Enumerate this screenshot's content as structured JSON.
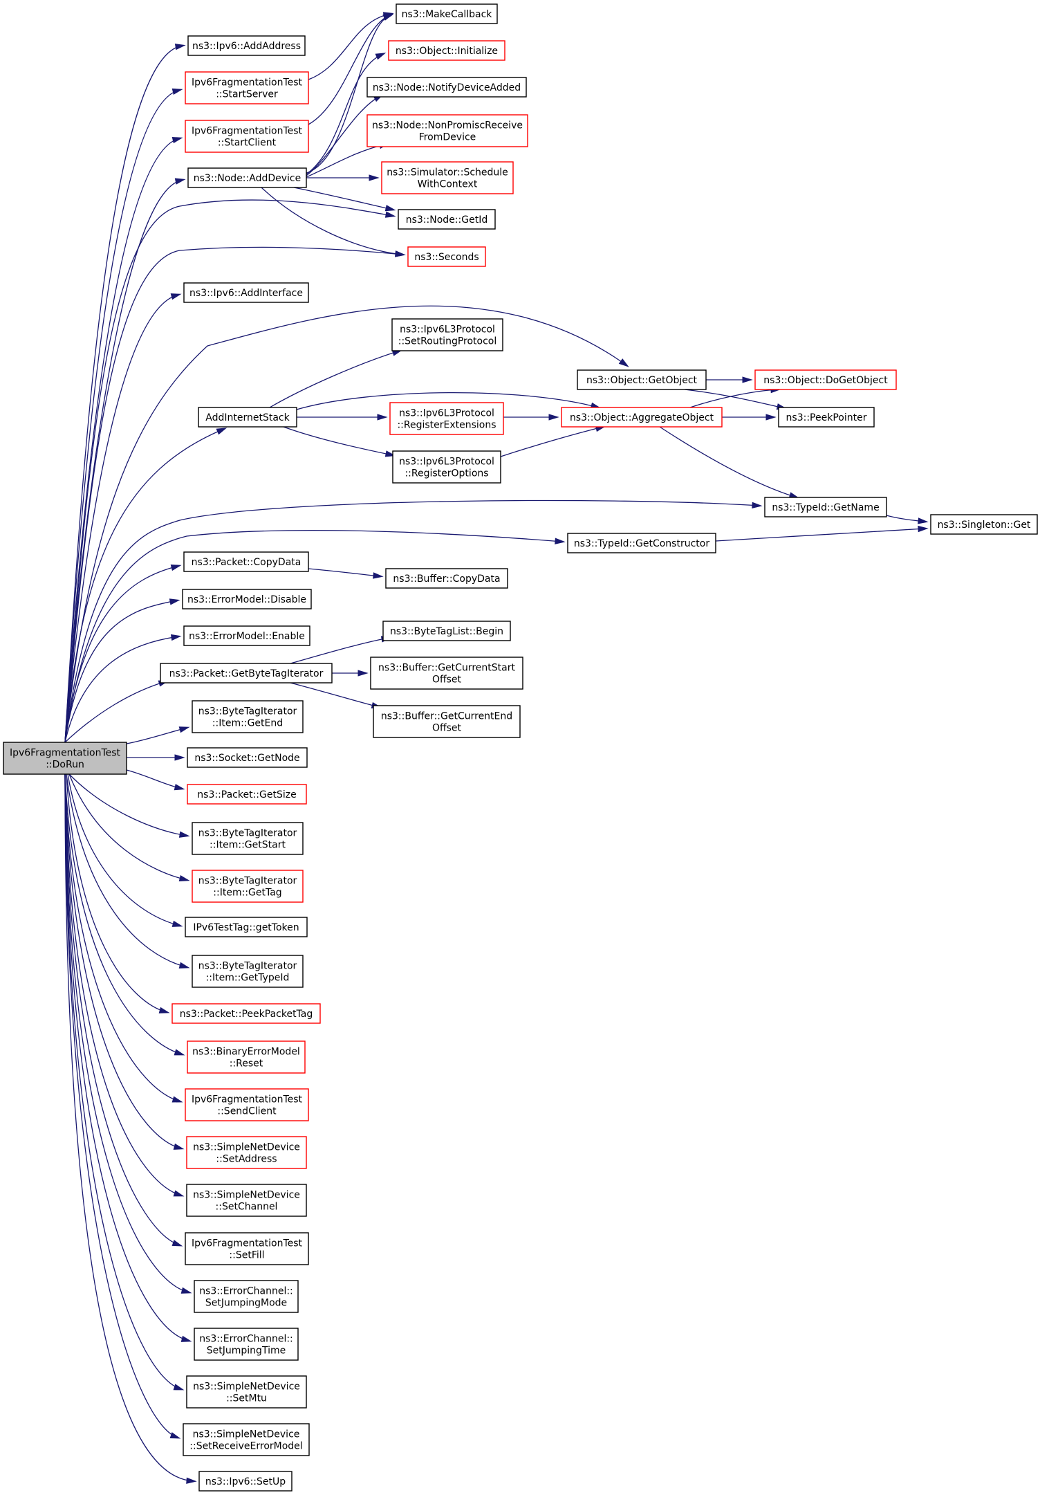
{
  "colors": {
    "edge": "#191970",
    "border_normal": "#000000",
    "border_linked": "#ff0000",
    "root_fill": "#bfbfbf",
    "node_fill": "#ffffff"
  },
  "nodes": [
    {
      "id": "root",
      "lines": [
        "Ipv6FragmentationTest",
        "::DoRun"
      ],
      "style": "root"
    },
    {
      "id": "makecallback",
      "lines": [
        "ns3::MakeCallback"
      ],
      "style": "normal"
    },
    {
      "id": "addaddress",
      "lines": [
        "ns3::Ipv6::AddAddress"
      ],
      "style": "normal"
    },
    {
      "id": "initialize",
      "lines": [
        "ns3::Object::Initialize"
      ],
      "style": "red"
    },
    {
      "id": "startserver",
      "lines": [
        "Ipv6FragmentationTest",
        "::StartServer"
      ],
      "style": "red"
    },
    {
      "id": "notifydeviceadded",
      "lines": [
        "ns3::Node::NotifyDeviceAdded"
      ],
      "style": "normal"
    },
    {
      "id": "nonpromisc",
      "lines": [
        "ns3::Node::NonPromiscReceive",
        "FromDevice"
      ],
      "style": "red"
    },
    {
      "id": "startclient",
      "lines": [
        "Ipv6FragmentationTest",
        "::StartClient"
      ],
      "style": "red"
    },
    {
      "id": "adddevice",
      "lines": [
        "ns3::Node::AddDevice"
      ],
      "style": "normal"
    },
    {
      "id": "schedulewithcontext",
      "lines": [
        "ns3::Simulator::Schedule",
        "WithContext"
      ],
      "style": "red"
    },
    {
      "id": "getid",
      "lines": [
        "ns3::Node::GetId"
      ],
      "style": "normal"
    },
    {
      "id": "seconds",
      "lines": [
        "ns3::Seconds"
      ],
      "style": "red"
    },
    {
      "id": "addinterface",
      "lines": [
        "ns3::Ipv6::AddInterface"
      ],
      "style": "normal"
    },
    {
      "id": "setroutingprotocol",
      "lines": [
        "ns3::Ipv6L3Protocol",
        "::SetRoutingProtocol"
      ],
      "style": "normal"
    },
    {
      "id": "getobject",
      "lines": [
        "ns3::Object::GetObject"
      ],
      "style": "normal"
    },
    {
      "id": "dogetobject",
      "lines": [
        "ns3::Object::DoGetObject"
      ],
      "style": "red"
    },
    {
      "id": "addinternetstack",
      "lines": [
        "AddInternetStack"
      ],
      "style": "normal"
    },
    {
      "id": "registerextensions",
      "lines": [
        "ns3::Ipv6L3Protocol",
        "::RegisterExtensions"
      ],
      "style": "red"
    },
    {
      "id": "aggregateobject",
      "lines": [
        "ns3::Object::AggregateObject"
      ],
      "style": "red"
    },
    {
      "id": "peekpointer",
      "lines": [
        "ns3::PeekPointer"
      ],
      "style": "normal"
    },
    {
      "id": "registeroptions",
      "lines": [
        "ns3::Ipv6L3Protocol",
        "::RegisterOptions"
      ],
      "style": "normal"
    },
    {
      "id": "typeidgetname",
      "lines": [
        "ns3::TypeId::GetName"
      ],
      "style": "normal"
    },
    {
      "id": "singletonget",
      "lines": [
        "ns3::Singleton::Get"
      ],
      "style": "normal"
    },
    {
      "id": "getconstructor",
      "lines": [
        "ns3::TypeId::GetConstructor"
      ],
      "style": "normal"
    },
    {
      "id": "packetcopydata",
      "lines": [
        "ns3::Packet::CopyData"
      ],
      "style": "normal"
    },
    {
      "id": "buffercopydata",
      "lines": [
        "ns3::Buffer::CopyData"
      ],
      "style": "normal"
    },
    {
      "id": "errormodeldisable",
      "lines": [
        "ns3::ErrorModel::Disable"
      ],
      "style": "normal"
    },
    {
      "id": "errormodelenable",
      "lines": [
        "ns3::ErrorModel::Enable"
      ],
      "style": "normal"
    },
    {
      "id": "bytetaglistbegin",
      "lines": [
        "ns3::ByteTagList::Begin"
      ],
      "style": "normal"
    },
    {
      "id": "getbytetagiterator",
      "lines": [
        "ns3::Packet::GetByteTagIterator"
      ],
      "style": "normal"
    },
    {
      "id": "getcurrentstart",
      "lines": [
        "ns3::Buffer::GetCurrentStart",
        "Offset"
      ],
      "style": "normal"
    },
    {
      "id": "getcurrentend",
      "lines": [
        "ns3::Buffer::GetCurrentEnd",
        "Offset"
      ],
      "style": "normal"
    },
    {
      "id": "itemgetend",
      "lines": [
        "ns3::ByteTagIterator",
        "::Item::GetEnd"
      ],
      "style": "normal"
    },
    {
      "id": "socketgetnode",
      "lines": [
        "ns3::Socket::GetNode"
      ],
      "style": "normal"
    },
    {
      "id": "packetgetsize",
      "lines": [
        "ns3::Packet::GetSize"
      ],
      "style": "red"
    },
    {
      "id": "itemgetstart",
      "lines": [
        "ns3::ByteTagIterator",
        "::Item::GetStart"
      ],
      "style": "normal"
    },
    {
      "id": "itemgettag",
      "lines": [
        "ns3::ByteTagIterator",
        "::Item::GetTag"
      ],
      "style": "red"
    },
    {
      "id": "gettoken",
      "lines": [
        "IPv6TestTag::getToken"
      ],
      "style": "normal"
    },
    {
      "id": "itemgettypeid",
      "lines": [
        "ns3::ByteTagIterator",
        "::Item::GetTypeId"
      ],
      "style": "normal"
    },
    {
      "id": "peekpackettag",
      "lines": [
        "ns3::Packet::PeekPacketTag"
      ],
      "style": "red"
    },
    {
      "id": "binaryerrorreset",
      "lines": [
        "ns3::BinaryErrorModel",
        "::Reset"
      ],
      "style": "red"
    },
    {
      "id": "sendclient",
      "lines": [
        "Ipv6FragmentationTest",
        "::SendClient"
      ],
      "style": "red"
    },
    {
      "id": "setaddress",
      "lines": [
        "ns3::SimpleNetDevice",
        "::SetAddress"
      ],
      "style": "red"
    },
    {
      "id": "setchannel",
      "lines": [
        "ns3::SimpleNetDevice",
        "::SetChannel"
      ],
      "style": "normal"
    },
    {
      "id": "setfill",
      "lines": [
        "Ipv6FragmentationTest",
        "::SetFill"
      ],
      "style": "normal"
    },
    {
      "id": "setjumpingmode",
      "lines": [
        "ns3::ErrorChannel::",
        "SetJumpingMode"
      ],
      "style": "normal"
    },
    {
      "id": "setjumpingtime",
      "lines": [
        "ns3::ErrorChannel::",
        "SetJumpingTime"
      ],
      "style": "normal"
    },
    {
      "id": "setmtu",
      "lines": [
        "ns3::SimpleNetDevice",
        "::SetMtu"
      ],
      "style": "normal"
    },
    {
      "id": "setreceiveerrormodel",
      "lines": [
        "ns3::SimpleNetDevice",
        "::SetReceiveErrorModel"
      ],
      "style": "normal"
    },
    {
      "id": "setup",
      "lines": [
        "ns3::Ipv6::SetUp"
      ],
      "style": "normal"
    }
  ],
  "edges": [
    [
      "root",
      "addaddress"
    ],
    [
      "root",
      "startserver"
    ],
    [
      "root",
      "startclient"
    ],
    [
      "root",
      "adddevice"
    ],
    [
      "root",
      "getid"
    ],
    [
      "root",
      "seconds"
    ],
    [
      "root",
      "addinterface"
    ],
    [
      "root",
      "getobject"
    ],
    [
      "root",
      "addinternetstack"
    ],
    [
      "root",
      "typeidgetname"
    ],
    [
      "root",
      "getconstructor"
    ],
    [
      "root",
      "packetcopydata"
    ],
    [
      "root",
      "errormodeldisable"
    ],
    [
      "root",
      "errormodelenable"
    ],
    [
      "root",
      "getbytetagiterator"
    ],
    [
      "root",
      "itemgetend"
    ],
    [
      "root",
      "socketgetnode"
    ],
    [
      "root",
      "packetgetsize"
    ],
    [
      "root",
      "itemgetstart"
    ],
    [
      "root",
      "itemgettag"
    ],
    [
      "root",
      "gettoken"
    ],
    [
      "root",
      "itemgettypeid"
    ],
    [
      "root",
      "peekpackettag"
    ],
    [
      "root",
      "binaryerrorreset"
    ],
    [
      "root",
      "sendclient"
    ],
    [
      "root",
      "setaddress"
    ],
    [
      "root",
      "setchannel"
    ],
    [
      "root",
      "setfill"
    ],
    [
      "root",
      "setjumpingmode"
    ],
    [
      "root",
      "setjumpingtime"
    ],
    [
      "root",
      "setmtu"
    ],
    [
      "root",
      "setreceiveerrormodel"
    ],
    [
      "root",
      "setup"
    ],
    [
      "startserver",
      "makecallback"
    ],
    [
      "startclient",
      "makecallback"
    ],
    [
      "adddevice",
      "makecallback"
    ],
    [
      "adddevice",
      "initialize"
    ],
    [
      "adddevice",
      "notifydeviceadded"
    ],
    [
      "adddevice",
      "nonpromisc"
    ],
    [
      "adddevice",
      "schedulewithcontext"
    ],
    [
      "adddevice",
      "getid"
    ],
    [
      "adddevice",
      "seconds"
    ],
    [
      "addinternetstack",
      "setroutingprotocol"
    ],
    [
      "addinternetstack",
      "aggregateobject"
    ],
    [
      "addinternetstack",
      "registerextensions"
    ],
    [
      "addinternetstack",
      "registeroptions"
    ],
    [
      "registerextensions",
      "aggregateobject"
    ],
    [
      "registeroptions",
      "aggregateobject"
    ],
    [
      "getobject",
      "dogetobject"
    ],
    [
      "getobject",
      "peekpointer"
    ],
    [
      "aggregateobject",
      "dogetobject"
    ],
    [
      "aggregateobject",
      "peekpointer"
    ],
    [
      "aggregateobject",
      "typeidgetname"
    ],
    [
      "typeidgetname",
      "singletonget"
    ],
    [
      "getconstructor",
      "singletonget"
    ],
    [
      "packetcopydata",
      "buffercopydata"
    ],
    [
      "getbytetagiterator",
      "bytetaglistbegin"
    ],
    [
      "getbytetagiterator",
      "getcurrentstart"
    ],
    [
      "getbytetagiterator",
      "getcurrentend"
    ]
  ]
}
